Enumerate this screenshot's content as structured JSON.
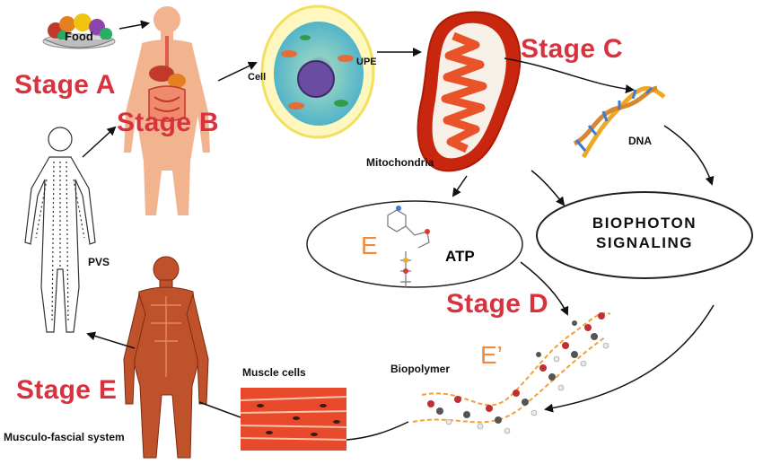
{
  "colors": {
    "stage_label": "#d8323f",
    "e_label": "#f08a3c",
    "mitochondria_outer": "#c8260e",
    "muscle_red": "#e8492a",
    "body_skin": "#f2b48f",
    "cell_ring": "#f4e98a"
  },
  "stages": {
    "a": "Stage A",
    "b": "Stage B",
    "c": "Stage C",
    "d": "Stage D",
    "e": "Stage E"
  },
  "labels": {
    "food": "Food",
    "cell": "Cell",
    "upe": "UPE",
    "mitochondria": "Mitochondria",
    "dna": "DNA",
    "pvs": "PVS",
    "atp": "ATP",
    "e": "E",
    "e_prime": "E’",
    "biopolymer": "Biopolymer",
    "muscle_cells": "Muscle cells",
    "musculo_fascial": "Musculo-fascial system"
  },
  "biophoton": {
    "line1": "BIOPHOTON",
    "line2": "SIGNALING"
  }
}
